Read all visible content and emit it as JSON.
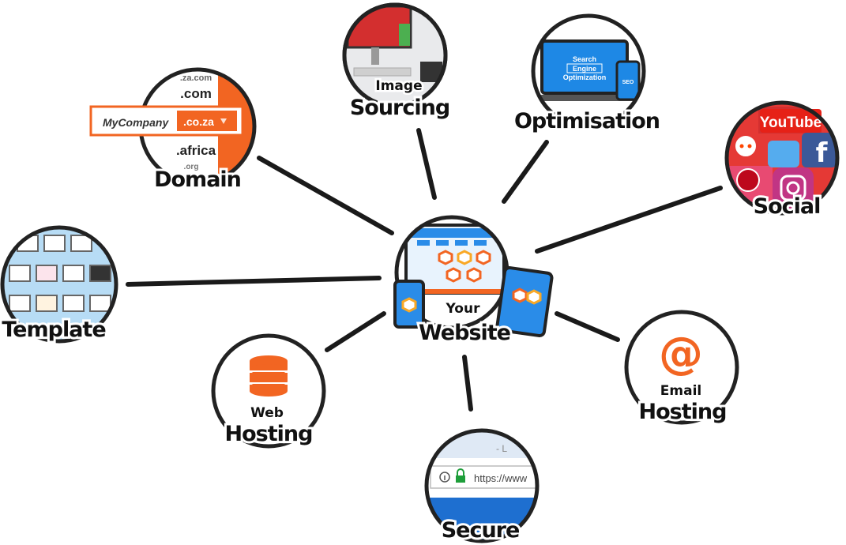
{
  "center": {
    "line1": "Your",
    "line2": "Website"
  },
  "nodes": {
    "image_sourcing": {
      "small": "Image",
      "big": "Sourcing"
    },
    "optimisation": {
      "big": "Optimisation",
      "screen_line1": "Search",
      "screen_line2": "Engine",
      "screen_line3": "Optimization",
      "phone_text": "SEO"
    },
    "domain": {
      "big": "Domain",
      "company": "MyCompany",
      "tld_selected": ".co.za",
      "tld_options": [
        ".za.com",
        ".com",
        ".africa",
        ".org"
      ]
    },
    "social": {
      "big": "Social",
      "youtube": "YouTube"
    },
    "template": {
      "big": "Template"
    },
    "web_hosting": {
      "small": "Web",
      "big": "Hosting"
    },
    "email_hosting": {
      "small": "Email",
      "big": "Hosting",
      "symbol": "@"
    },
    "secure": {
      "big": "Secure",
      "url": "https://www",
      "tab_hint": "- L"
    }
  },
  "colors": {
    "accent": "#f26522",
    "outline": "#222222",
    "line": "#1a1a1a"
  },
  "icons": [
    "database-icon",
    "at-sign-icon",
    "lock-icon",
    "info-icon",
    "youtube-icon",
    "facebook-icon",
    "instagram-icon",
    "pinterest-icon",
    "twitter-icon",
    "reddit-icon",
    "dropdown-arrow-icon"
  ]
}
